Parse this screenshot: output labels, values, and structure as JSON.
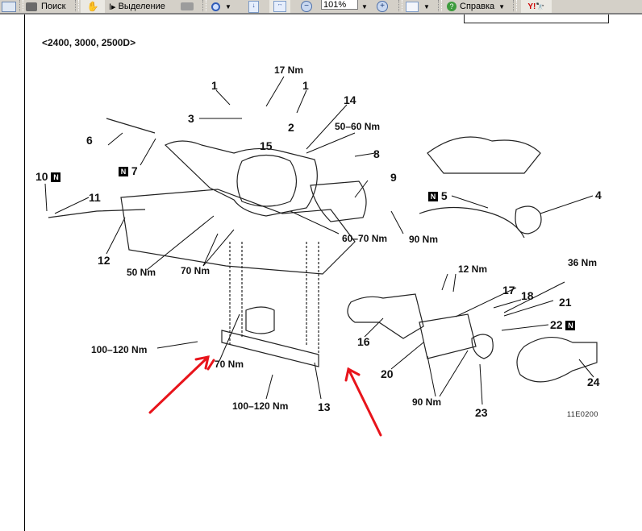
{
  "toolbar": {
    "search_label": "Поиск",
    "select_label": "Выделение",
    "zoom_value": "101%",
    "help_label": "Справка",
    "icons": [
      "email-icon",
      "binoculars-icon",
      "hand-tool-icon",
      "select-text-icon",
      "snapshot-icon",
      "zoom-in-tool-icon",
      "fit-page-icon",
      "fit-width-icon",
      "zoom-out-icon",
      "zoom-in-icon",
      "pages-icon",
      "help-icon",
      "yahoo-icon"
    ]
  },
  "document": {
    "heading": "<2400, 3000, 2500D>",
    "figure_code": "11E0200",
    "callouts": {
      "c1a": "1",
      "c1b": "1",
      "c2": "2",
      "c3": "3",
      "c4": "4",
      "c5": "5",
      "c6": "6",
      "c7": "7",
      "c8": "8",
      "c9": "9",
      "c10": "10",
      "c11": "11",
      "c12": "12",
      "c13": "13",
      "c14": "14",
      "c15": "15",
      "c16": "16",
      "c17": "17",
      "c18": "18",
      "c20": "20",
      "c21": "21",
      "c22": "22",
      "c23": "23",
      "c24": "24"
    },
    "torques": {
      "t17": "17 Nm",
      "t5060": "50–60 Nm",
      "t6070": "60–70 Nm",
      "t90a": "90 Nm",
      "t50": "50 Nm",
      "t70a": "70 Nm",
      "t36": "36 Nm",
      "t12": "12 Nm",
      "t100a": "100–120 Nm",
      "t70b": "70 Nm",
      "t100b": "100–120 Nm",
      "t90b": "90 Nm"
    },
    "new_part_mark": "N"
  },
  "annotation_color": "#e8141b"
}
